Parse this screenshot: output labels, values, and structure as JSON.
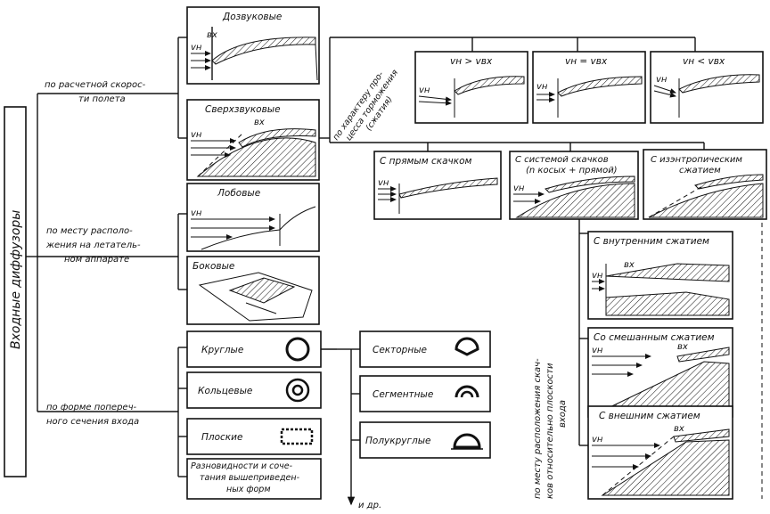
{
  "root": "Входные диффузоры",
  "branches": {
    "speed": "по расчетной скорости полета",
    "placement": "по месту расположения на летательном аппарате",
    "section": "по форме поперечного сечения входа"
  },
  "speed_types": {
    "subsonic": "Дозвуковые",
    "supersonic": "Сверхзвуковые"
  },
  "flow_labels": {
    "vn": "vн",
    "vx": "вх"
  },
  "braking": {
    "label": "по характеру процесса торможения (сжатия)",
    "gt": "vн > vвх",
    "eq": "vн = vвх",
    "lt": "vн < vвх"
  },
  "shocks": {
    "normal": "С прямым скачком",
    "system": "С системой скачков (n косых + прямой)",
    "isentropic": "С изэнтропическим сжатием"
  },
  "compression_place": {
    "label": "по месту расположения скачков относительно плоскости входа",
    "internal": "С внутренним сжатием",
    "mixed": "Со смешанным сжатием",
    "external": "С внешним сжатием"
  },
  "placement_types": {
    "frontal": "Лобовые",
    "side": "Боковые"
  },
  "section_types": {
    "round": "Круглые",
    "ring": "Кольцевые",
    "flat": "Плоские",
    "combos": "Разновидности и сочетания вышеприведенных форм",
    "sector": "Секторные",
    "segment": "Сегментные",
    "semicircle": "Полукруглые"
  },
  "etc": "и др."
}
